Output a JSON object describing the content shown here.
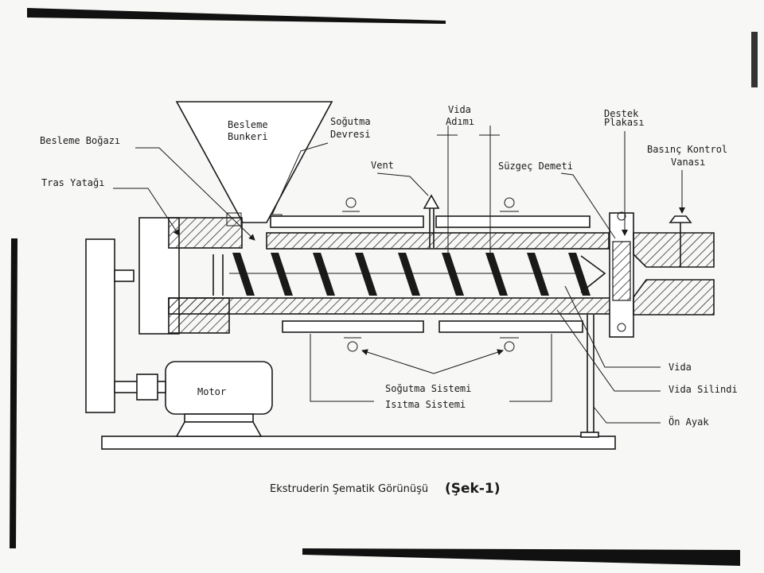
{
  "labels": {
    "besleme_bunkeri_1": "Besleme",
    "besleme_bunkeri_2": "Bunkeri",
    "sogutma_devresi_1": "Soğutma",
    "sogutma_devresi_2": "Devresi",
    "vida_adimi_1": "Vida",
    "vida_adimi_2": "Adımı",
    "destek_plakasi_1": "Destek",
    "destek_plakasi_2": "Plakası",
    "basinc_kontrol_1": "Basınç Kontrol",
    "basinc_kontrol_2": "Vanası",
    "besleme_bogazi": "Besleme Boğazı",
    "tras_yatagi": "Tras Yatağı",
    "vent": "Vent",
    "suzgec_demeti": "Süzgeç Demeti",
    "motor": "Motor",
    "sogutma_sistemi": "Soğutma Sistemi",
    "isitma_sistemi": "Isıtma Sistemi",
    "vida": "Vida",
    "vida_silindi": "Vida Silindi",
    "on_ayak": "Ön Ayak"
  },
  "caption": {
    "text": "Ekstruderin Şematik Görünüşü",
    "figure_ref": "(Şek-1)"
  },
  "colors": {
    "ink": "#1a1a1a",
    "paper": "#f7f7f5",
    "frame": "#111111"
  }
}
